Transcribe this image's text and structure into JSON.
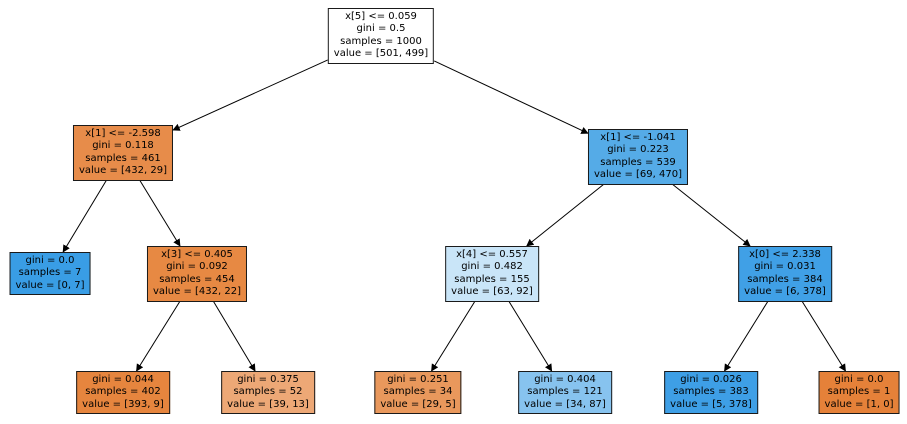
{
  "figure": {
    "background": "#ffffff",
    "edge_color": "#000000"
  },
  "tree": {
    "nodes": {
      "root": {
        "condition": "x[5] <= 0.059",
        "gini": "gini = 0.5",
        "samples": "samples = 1000",
        "value": "value = [501, 499]",
        "color": "#ffffff"
      },
      "l": {
        "condition": "x[1] <= -2.598",
        "gini": "gini = 0.118",
        "samples": "samples = 461",
        "value": "value = [432, 29]",
        "color": "#e78c4a"
      },
      "r": {
        "condition": "x[1] <= -1.041",
        "gini": "gini = 0.223",
        "samples": "samples = 539",
        "value": "value = [69, 470]",
        "color": "#55abe7"
      },
      "ll": {
        "gini": "gini = 0.0",
        "samples": "samples = 7",
        "value": "value = [0, 7]",
        "color": "#399de5"
      },
      "lr": {
        "condition": "x[3] <= 0.405",
        "gini": "gini = 0.092",
        "samples": "samples = 454",
        "value": "value = [432, 22]",
        "color": "#e78943"
      },
      "rl": {
        "condition": "x[4] <= 0.557",
        "gini": "gini = 0.482",
        "samples": "samples = 155",
        "value": "value = [63, 92]",
        "color": "#c9e5f8"
      },
      "rr": {
        "condition": "x[0] <= 2.338",
        "gini": "gini = 0.031",
        "samples": "samples = 384",
        "value": "value = [6, 378]",
        "color": "#40a0e6"
      },
      "lrl": {
        "gini": "gini = 0.044",
        "samples": "samples = 402",
        "value": "value = [393, 9]",
        "color": "#e6853e"
      },
      "lrr": {
        "gini": "gini = 0.375",
        "samples": "samples = 52",
        "value": "value = [39, 13]",
        "color": "#eda876"
      },
      "rll": {
        "gini": "gini = 0.251",
        "samples": "samples = 34",
        "value": "value = [29, 5]",
        "color": "#e9985c"
      },
      "rlr": {
        "gini": "gini = 0.404",
        "samples": "samples = 121",
        "value": "value = [34, 87]",
        "color": "#87c3ef"
      },
      "rrl": {
        "gini": "gini = 0.026",
        "samples": "samples = 383",
        "value": "value = [5, 378]",
        "color": "#3e9fe6"
      },
      "rrr": {
        "gini": "gini = 0.0",
        "samples": "samples = 1",
        "value": "value = [1, 0]",
        "color": "#e58139"
      }
    },
    "edges": [
      {
        "from": "root",
        "to": "l"
      },
      {
        "from": "root",
        "to": "r"
      },
      {
        "from": "l",
        "to": "ll"
      },
      {
        "from": "l",
        "to": "lr"
      },
      {
        "from": "r",
        "to": "rl"
      },
      {
        "from": "r",
        "to": "rr"
      },
      {
        "from": "lr",
        "to": "lrl"
      },
      {
        "from": "lr",
        "to": "lrr"
      },
      {
        "from": "rl",
        "to": "rll"
      },
      {
        "from": "rl",
        "to": "rlr"
      },
      {
        "from": "rr",
        "to": "rrl"
      },
      {
        "from": "rr",
        "to": "rrr"
      }
    ]
  }
}
